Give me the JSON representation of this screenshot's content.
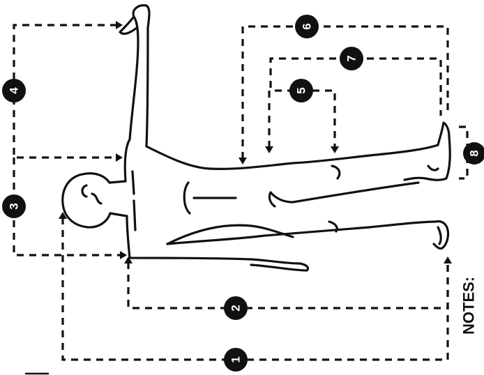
{
  "measurements": [
    {
      "number": "1"
    },
    {
      "number": "2"
    },
    {
      "number": "3"
    },
    {
      "number": "4"
    },
    {
      "number": "5"
    },
    {
      "number": "6"
    },
    {
      "number": "7"
    },
    {
      "number": "8"
    }
  ],
  "notes_label": "NOTES:"
}
